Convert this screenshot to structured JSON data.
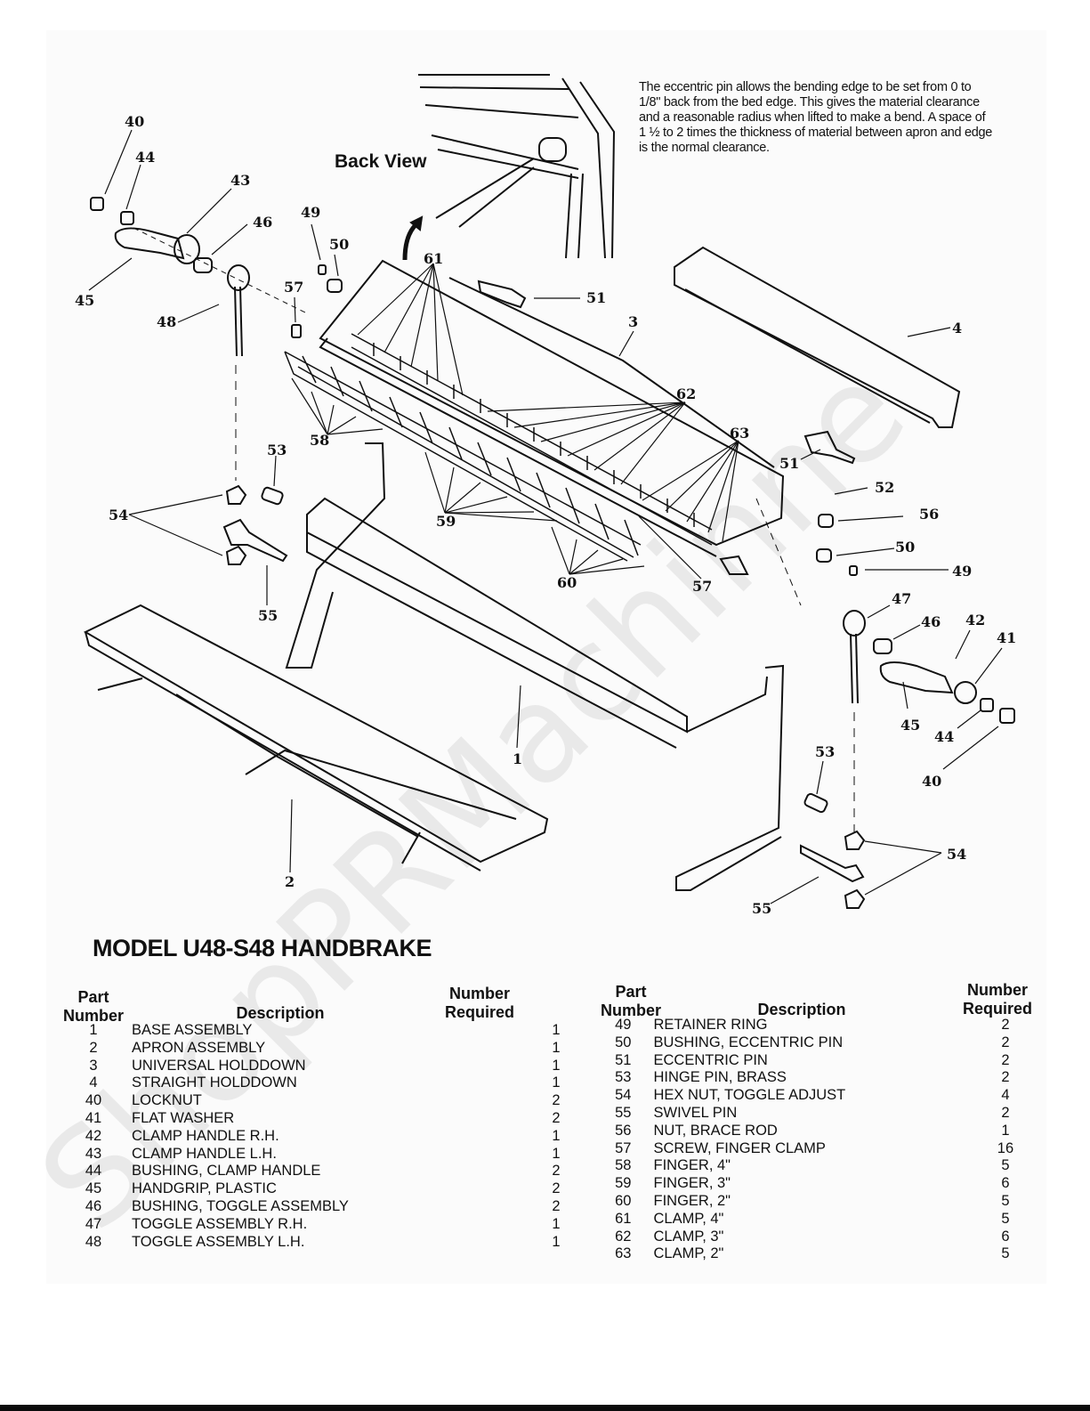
{
  "diagram": {
    "back_view_label": "Back View",
    "note": "The eccentric pin allows the bending edge to be set from 0 to 1/8\" back from the bed edge.  This gives the material clearance and a reasonable radius when lifted to make a bend. A space of 1 ½ to 2 times the thickness of material between apron and edge is the normal clearance.",
    "callouts": [
      "40",
      "44",
      "43",
      "46",
      "45",
      "48",
      "49",
      "50",
      "57",
      "61",
      "51",
      "3",
      "4",
      "62",
      "58",
      "53",
      "63",
      "51",
      "52",
      "56",
      "54",
      "59",
      "50",
      "49",
      "55",
      "60",
      "57",
      "47",
      "46",
      "42",
      "41",
      "45",
      "44",
      "40",
      "1",
      "53",
      "54",
      "2",
      "55"
    ]
  },
  "title": "MODEL U48-S48 HANDBRAKE",
  "headers": {
    "part_number": "Part Number",
    "description": "Description",
    "number_required": "Number Required"
  },
  "parts_left": [
    {
      "num": "1",
      "desc": "BASE ASSEMBLY",
      "req": "1"
    },
    {
      "num": "2",
      "desc": "APRON ASSEMBLY",
      "req": "1"
    },
    {
      "num": "3",
      "desc": "UNIVERSAL HOLDDOWN",
      "req": "1"
    },
    {
      "num": "4",
      "desc": "STRAIGHT HOLDDOWN",
      "req": "1"
    },
    {
      "num": "40",
      "desc": "LOCKNUT",
      "req": "2"
    },
    {
      "num": "41",
      "desc": "FLAT WASHER",
      "req": "2"
    },
    {
      "num": "42",
      "desc": "CLAMP HANDLE R.H.",
      "req": "1"
    },
    {
      "num": "43",
      "desc": "CLAMP HANDLE L.H.",
      "req": "1"
    },
    {
      "num": "44",
      "desc": "BUSHING, CLAMP HANDLE",
      "req": "2"
    },
    {
      "num": "45",
      "desc": "HANDGRIP, PLASTIC",
      "req": "2"
    },
    {
      "num": "46",
      "desc": "BUSHING, TOGGLE ASSEMBLY",
      "req": "2"
    },
    {
      "num": "47",
      "desc": "TOGGLE ASSEMBLY R.H.",
      "req": "1"
    },
    {
      "num": "48",
      "desc": "TOGGLE ASSEMBLY L.H.",
      "req": "1"
    }
  ],
  "parts_right": [
    {
      "num": "49",
      "desc": "RETAINER RING",
      "req": "2"
    },
    {
      "num": "50",
      "desc": "BUSHING, ECCENTRIC PIN",
      "req": "2"
    },
    {
      "num": "51",
      "desc": "ECCENTRIC PIN",
      "req": "2"
    },
    {
      "num": "53",
      "desc": "HINGE PIN, BRASS",
      "req": "2"
    },
    {
      "num": "54",
      "desc": "HEX NUT, TOGGLE ADJUST",
      "req": "4"
    },
    {
      "num": "55",
      "desc": "SWIVEL PIN",
      "req": "2"
    },
    {
      "num": "56",
      "desc": "NUT, BRACE ROD",
      "req": "1"
    },
    {
      "num": "57",
      "desc": "SCREW, FINGER CLAMP",
      "req": "16"
    },
    {
      "num": "58",
      "desc": "FINGER, 4\"",
      "req": "5"
    },
    {
      "num": "59",
      "desc": "FINGER, 3\"",
      "req": "6"
    },
    {
      "num": "60",
      "desc": "FINGER, 2\"",
      "req": "5"
    },
    {
      "num": "61",
      "desc": "CLAMP, 4\"",
      "req": "5"
    },
    {
      "num": "62",
      "desc": "CLAMP, 3\"",
      "req": "6"
    },
    {
      "num": "63",
      "desc": "CLAMP, 2\"",
      "req": "5"
    }
  ],
  "watermark": "ShopPRMachinne"
}
